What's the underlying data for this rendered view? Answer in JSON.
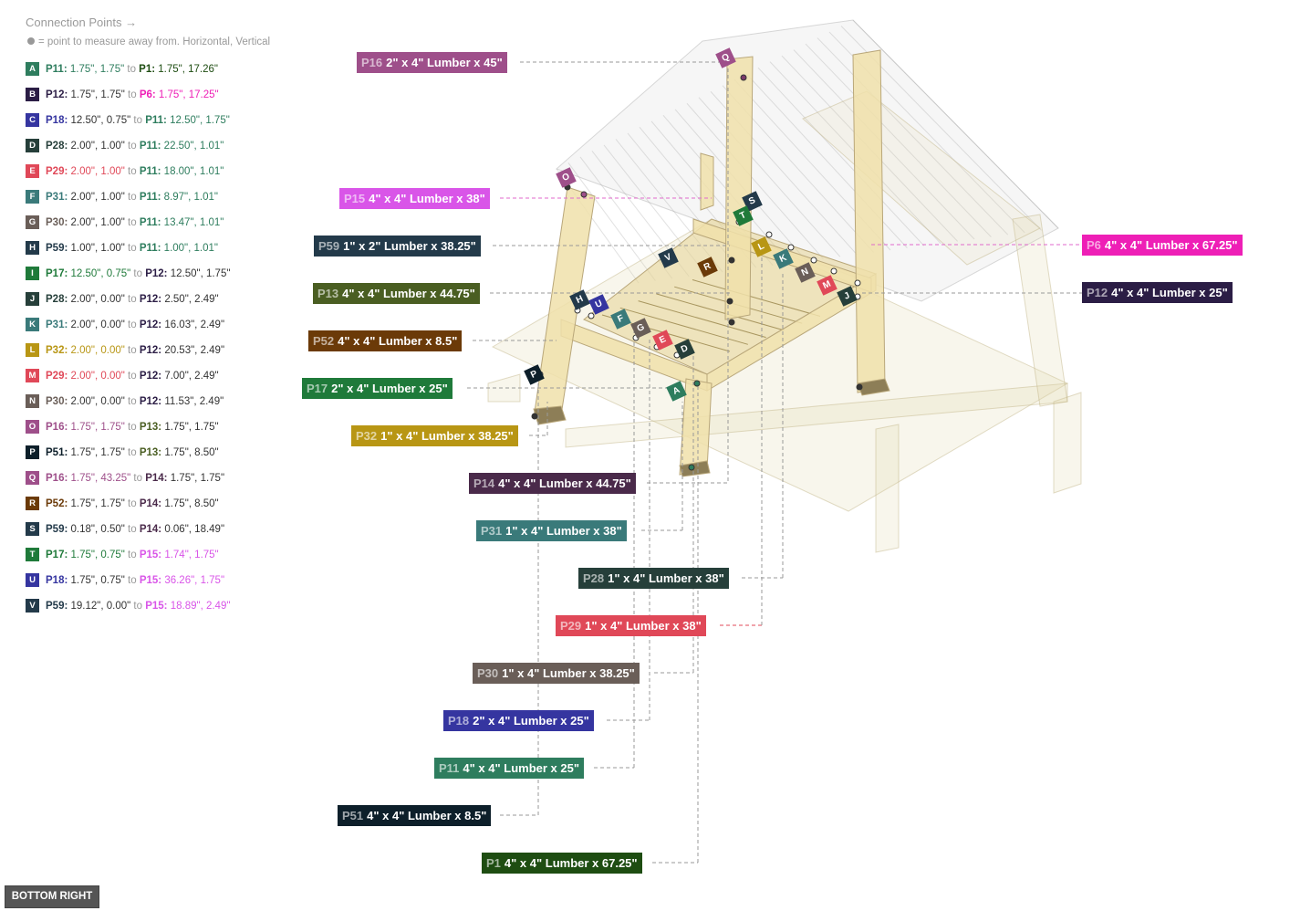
{
  "header": {
    "title": "Connection Points →",
    "subtitle": "= point to measure away from. Horizontal, Vertical"
  },
  "colors": {
    "P1": "#1e4d12",
    "P6": "#ee1fb6",
    "P11": "#2e7d5e",
    "P12": "#2b1d45",
    "P13": "#4a5e22",
    "P14": "#4a2a4a",
    "P15": "#d955e8",
    "P16": "#9e4f8a",
    "P17": "#1f7a3a",
    "P18": "#3535a0",
    "P28": "#263f3a",
    "P29": "#e04858",
    "P30": "#6a5e58",
    "P31": "#3a7a7a",
    "P32": "#b89614",
    "P51": "#0d1f2a",
    "P52": "#6b3a08",
    "P59": "#233a4a"
  },
  "connections": [
    {
      "letter": "A",
      "color": "#2e7d5e",
      "from_part": "P11:",
      "from_color": "#2e7d5e",
      "from_val": "1.75\", 1.75\"",
      "to_part": "P1:",
      "to_color": "#1e4d12",
      "to_val": "1.75\", 17.26\""
    },
    {
      "letter": "B",
      "color": "#2b1d45",
      "from_part": "P12:",
      "from_color": "#2b1d45",
      "from_val": "1.75\", 1.75\"",
      "to_part": "P6:",
      "to_color": "#ee1fb6",
      "to_val": "1.75\", 17.25\""
    },
    {
      "letter": "C",
      "color": "#3535a0",
      "from_part": "P18:",
      "from_color": "#3535a0",
      "from_val": "12.50\", 0.75\"",
      "to_part": "P11:",
      "to_color": "#2e7d5e",
      "to_val": "12.50\", 1.75\""
    },
    {
      "letter": "D",
      "color": "#263f3a",
      "from_part": "P28:",
      "from_color": "#263f3a",
      "from_val": "2.00\", 1.00\"",
      "to_part": "P11:",
      "to_color": "#2e7d5e",
      "to_val": "22.50\", 1.01\""
    },
    {
      "letter": "E",
      "color": "#e04858",
      "from_part": "P29:",
      "from_color": "#e04858",
      "from_val": "2.00\", 1.00\"",
      "to_part": "P11:",
      "to_color": "#2e7d5e",
      "to_val": "18.00\", 1.01\""
    },
    {
      "letter": "F",
      "color": "#3a7a7a",
      "from_part": "P31:",
      "from_color": "#3a7a7a",
      "from_val": "2.00\", 1.00\"",
      "to_part": "P11:",
      "to_color": "#2e7d5e",
      "to_val": "8.97\", 1.01\""
    },
    {
      "letter": "G",
      "color": "#6a5e58",
      "from_part": "P30:",
      "from_color": "#6a5e58",
      "from_val": "2.00\", 1.00\"",
      "to_part": "P11:",
      "to_color": "#2e7d5e",
      "to_val": "13.47\", 1.01\""
    },
    {
      "letter": "H",
      "color": "#233a4a",
      "from_part": "P59:",
      "from_color": "#233a4a",
      "from_val": "1.00\", 1.00\"",
      "to_part": "P11:",
      "to_color": "#2e7d5e",
      "to_val": "1.00\", 1.01\""
    },
    {
      "letter": "I",
      "color": "#1f7a3a",
      "from_part": "P17:",
      "from_color": "#1f7a3a",
      "from_val": "12.50\", 0.75\"",
      "to_part": "P12:",
      "to_color": "#2b1d45",
      "to_val": "12.50\", 1.75\""
    },
    {
      "letter": "J",
      "color": "#263f3a",
      "from_part": "P28:",
      "from_color": "#263f3a",
      "from_val": "2.00\", 0.00\"",
      "to_part": "P12:",
      "to_color": "#2b1d45",
      "to_val": "2.50\", 2.49\""
    },
    {
      "letter": "K",
      "color": "#3a7a7a",
      "from_part": "P31:",
      "from_color": "#3a7a7a",
      "from_val": "2.00\", 0.00\"",
      "to_part": "P12:",
      "to_color": "#2b1d45",
      "to_val": "16.03\", 2.49\""
    },
    {
      "letter": "L",
      "color": "#b89614",
      "from_part": "P32:",
      "from_color": "#b89614",
      "from_val": "2.00\", 0.00\"",
      "to_part": "P12:",
      "to_color": "#2b1d45",
      "to_val": "20.53\", 2.49\""
    },
    {
      "letter": "M",
      "color": "#e04858",
      "from_part": "P29:",
      "from_color": "#e04858",
      "from_val": "2.00\", 0.00\"",
      "to_part": "P12:",
      "to_color": "#2b1d45",
      "to_val": "7.00\", 2.49\""
    },
    {
      "letter": "N",
      "color": "#6a5e58",
      "from_part": "P30:",
      "from_color": "#6a5e58",
      "from_val": "2.00\", 0.00\"",
      "to_part": "P12:",
      "to_color": "#2b1d45",
      "to_val": "11.53\", 2.49\""
    },
    {
      "letter": "O",
      "color": "#9e4f8a",
      "from_part": "P16:",
      "from_color": "#9e4f8a",
      "from_val": "1.75\", 1.75\"",
      "to_part": "P13:",
      "to_color": "#4a5e22",
      "to_val": "1.75\", 1.75\""
    },
    {
      "letter": "P",
      "color": "#0d1f2a",
      "from_part": "P51:",
      "from_color": "#0d1f2a",
      "from_val": "1.75\", 1.75\"",
      "to_part": "P13:",
      "to_color": "#4a5e22",
      "to_val": "1.75\", 8.50\""
    },
    {
      "letter": "Q",
      "color": "#9e4f8a",
      "from_part": "P16:",
      "from_color": "#9e4f8a",
      "from_val": "1.75\", 43.25\"",
      "to_part": "P14:",
      "to_color": "#4a2a4a",
      "to_val": "1.75\", 1.75\""
    },
    {
      "letter": "R",
      "color": "#6b3a08",
      "from_part": "P52:",
      "from_color": "#6b3a08",
      "from_val": "1.75\", 1.75\"",
      "to_part": "P14:",
      "to_color": "#4a2a4a",
      "to_val": "1.75\", 8.50\""
    },
    {
      "letter": "S",
      "color": "#233a4a",
      "from_part": "P59:",
      "from_color": "#233a4a",
      "from_val": "0.18\", 0.50\"",
      "to_part": "P14:",
      "to_color": "#4a2a4a",
      "to_val": "0.06\", 18.49\""
    },
    {
      "letter": "T",
      "color": "#1f7a3a",
      "from_part": "P17:",
      "from_color": "#1f7a3a",
      "from_val": "1.75\", 0.75\"",
      "to_part": "P15:",
      "to_color": "#d955e8",
      "to_val": "1.74\", 1.75\""
    },
    {
      "letter": "U",
      "color": "#3535a0",
      "from_part": "P18:",
      "from_color": "#3535a0",
      "from_val": "1.75\", 0.75\"",
      "to_part": "P15:",
      "to_color": "#d955e8",
      "to_val": "36.26\", 1.75\""
    },
    {
      "letter": "V",
      "color": "#233a4a",
      "from_part": "P59:",
      "from_color": "#233a4a",
      "from_val": "19.12\", 0.00\"",
      "to_part": "P15:",
      "to_color": "#d955e8",
      "to_val": "18.89\", 2.49\""
    }
  ],
  "to_word": "to",
  "part_labels": [
    {
      "id": "P16",
      "desc": "2\" x 4\" Lumber  x 45\"",
      "color": "#9e4f8a"
    },
    {
      "id": "P15",
      "desc": "4\" x 4\" Lumber x 38\"",
      "color": "#d955e8"
    },
    {
      "id": "P59",
      "desc": "1\" x 2\" Lumber x 38.25\"",
      "color": "#233a4a"
    },
    {
      "id": "P13",
      "desc": "4\" x 4\" Lumber x 44.75\"",
      "color": "#4a5e22"
    },
    {
      "id": "P52",
      "desc": "4\" x 4\" Lumber x 8.5\"",
      "color": "#6b3a08"
    },
    {
      "id": "P17",
      "desc": "2\" x 4\" Lumber  x 25\"",
      "color": "#1f7a3a"
    },
    {
      "id": "P32",
      "desc": "1\" x 4\" Lumber  x 38.25\"",
      "color": "#b89614"
    },
    {
      "id": "P14",
      "desc": "4\" x 4\" Lumber x 44.75\"",
      "color": "#4a2a4a"
    },
    {
      "id": "P31",
      "desc": "1\" x 4\" Lumber  x 38\"",
      "color": "#3a7a7a"
    },
    {
      "id": "P28",
      "desc": "1\" x 4\" Lumber  x 38\"",
      "color": "#263f3a"
    },
    {
      "id": "P29",
      "desc": "1\" x 4\" Lumber  x 38\"",
      "color": "#e04858"
    },
    {
      "id": "P30",
      "desc": "1\" x 4\" Lumber  x 38.25\"",
      "color": "#6a5e58"
    },
    {
      "id": "P18",
      "desc": "2\" x 4\" Lumber  x 25\"",
      "color": "#3535a0"
    },
    {
      "id": "P11",
      "desc": "4\" x 4\" Lumber x 25\"",
      "color": "#2e7d5e"
    },
    {
      "id": "P51",
      "desc": "4\" x 4\" Lumber x 8.5\"",
      "color": "#0d1f2a"
    },
    {
      "id": "P1",
      "desc": "4\" x 4\" Lumber x 67.25\"",
      "color": "#1e4d12"
    },
    {
      "id": "P6",
      "desc": "4\" x 4\" Lumber x 67.25\"",
      "color": "#ee1fb6"
    },
    {
      "id": "P12",
      "desc": "4\" x 4\" Lumber x 25\"",
      "color": "#2b1d45"
    }
  ],
  "corner_button": "BOTTOM RIGHT"
}
